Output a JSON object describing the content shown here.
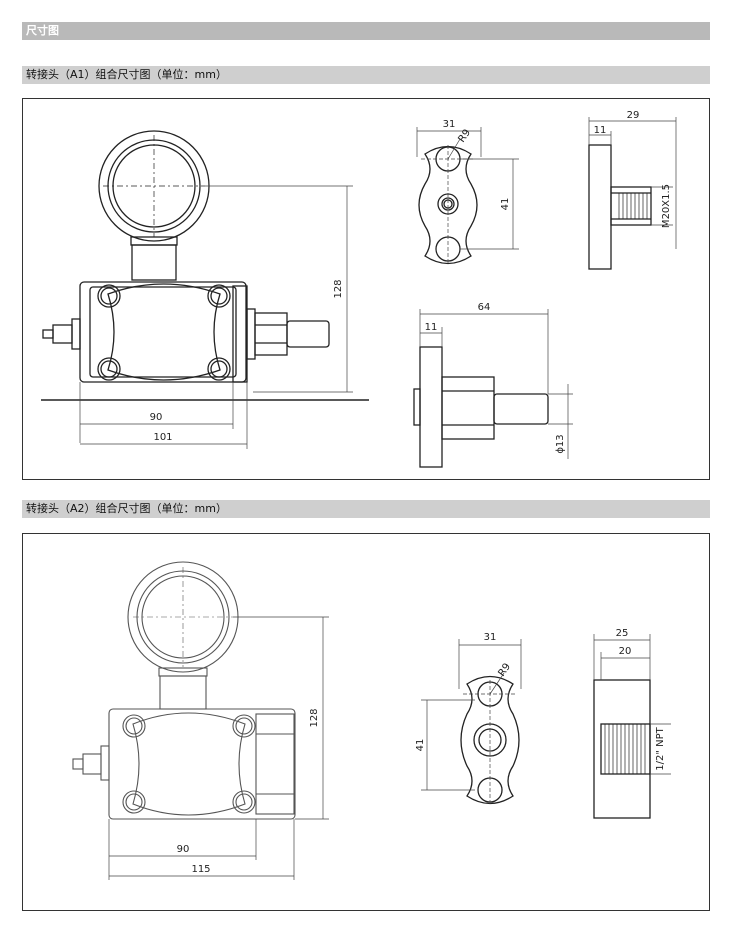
{
  "header": {
    "title": "尺寸图"
  },
  "section_a1": {
    "title": "转接头（A1）组合尺寸图（单位：mm）",
    "dims": {
      "height": "128",
      "width1": "90",
      "width2": "101",
      "flange_w": "31",
      "flange_r": "R9",
      "flange_h": "41",
      "side_total": "29",
      "side_thick": "11",
      "thread": "M20X1.5",
      "nipple_total": "64",
      "nipple_thick": "11",
      "nipple_dia": "ϕ13"
    }
  },
  "section_a2": {
    "title": "转接头（A2）组合尺寸图（单位：mm）",
    "dims": {
      "height": "128",
      "width1": "90",
      "width2": "115",
      "flange_w": "31",
      "flange_r": "R9",
      "flange_h": "41",
      "side_total": "25",
      "side_inner": "20",
      "thread": "1/2\" NPT"
    }
  }
}
